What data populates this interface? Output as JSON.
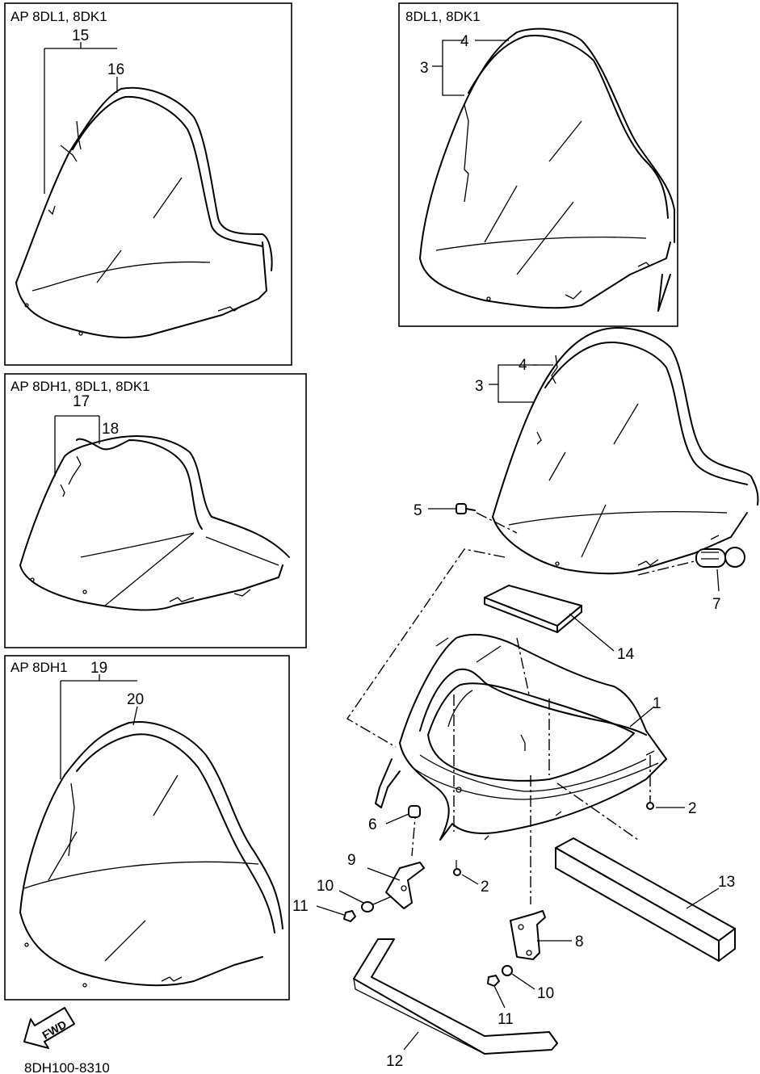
{
  "panels": {
    "top_left": "AP 8DL1, 8DK1",
    "top_right": "8DL1, 8DK1",
    "middle_left": "AP 8DH1, 8DL1, 8DK1",
    "bottom_left": "AP 8DH1"
  },
  "callouts": {
    "n1": "1",
    "n2a": "2",
    "n2b": "2",
    "n3a": "3",
    "n3b": "3",
    "n4a": "4",
    "n4b": "4",
    "n5": "5",
    "n6": "6",
    "n7": "7",
    "n8": "8",
    "n9": "9",
    "n10a": "10",
    "n10b": "10",
    "n11a": "11",
    "n11b": "11",
    "n12": "12",
    "n13": "13",
    "n14": "14",
    "n15": "15",
    "n16": "16",
    "n17": "17",
    "n18": "18",
    "n19": "19",
    "n20": "20"
  },
  "fwd_label": "FWD",
  "diagram_code": "8DH100-8310"
}
